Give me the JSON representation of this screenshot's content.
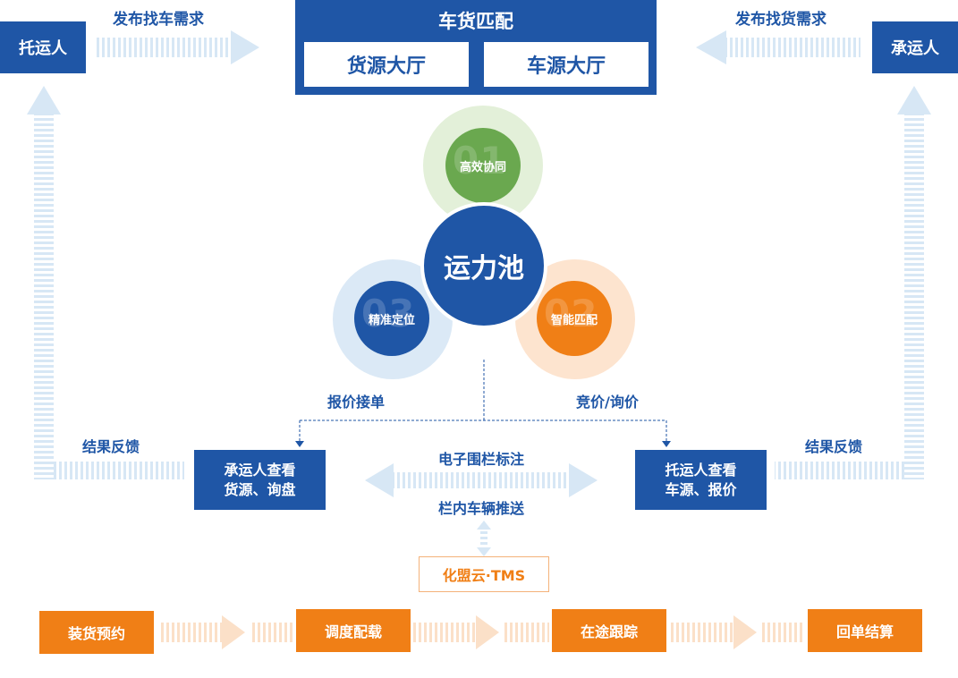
{
  "top": {
    "title": "车货匹配",
    "cargo_hall": "货源大厅",
    "vehicle_hall": "车源大厅"
  },
  "shipper": "托运人",
  "carrier": "承运人",
  "publish_vehicle_demand": "发布找车需求",
  "publish_cargo_demand": "发布找货需求",
  "center": "运力池",
  "nodes": {
    "n01": {
      "num": "01",
      "label": "高效协同"
    },
    "n02": {
      "num": "02",
      "label": "智能匹配"
    },
    "n03": {
      "num": "03",
      "label": "精准定位"
    }
  },
  "quote_accept": "报价接单",
  "bid_inquiry": "竞价/询价",
  "feedback_left": "结果反馈",
  "feedback_right": "结果反馈",
  "carrier_view": [
    "承运人查看",
    "货源、询盘"
  ],
  "shipper_view": [
    "托运人查看",
    "车源、报价"
  ],
  "geofence": "电子围栏标注",
  "push": "栏内车辆推送",
  "tms": "化盟云·TMS",
  "process": [
    "装货预约",
    "调度配载",
    "在途跟踪",
    "回单结算"
  ],
  "colors": {
    "blue": "#1f56a6",
    "orange": "#f07f16",
    "green": "#6aa84f",
    "light_blue": "#dbe9f6"
  }
}
